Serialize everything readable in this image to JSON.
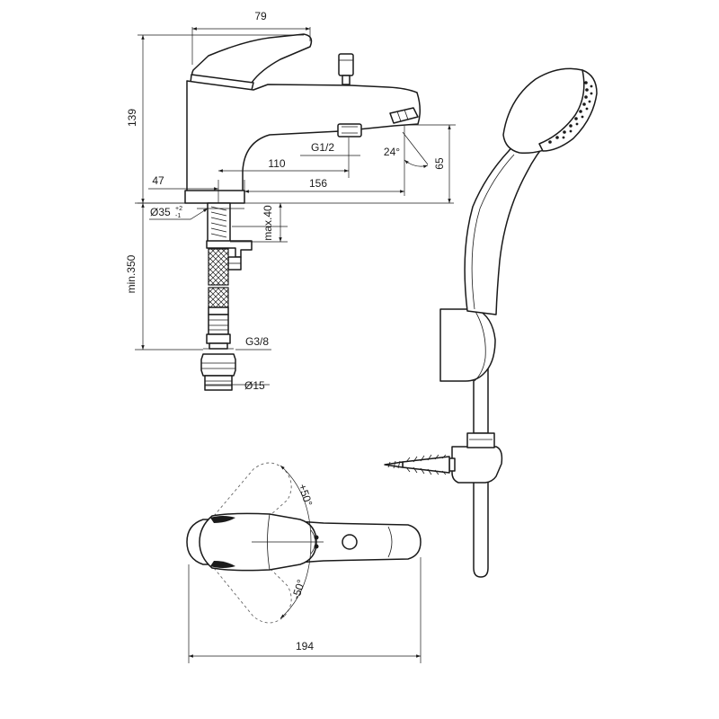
{
  "dimensions": {
    "lever_width": "79",
    "body_height": "139",
    "spout_height": "65",
    "thread_outlet": "G1/2",
    "outlet_offset": "110",
    "outlet_angle": "24°",
    "inlet_offset": "47",
    "spout_reach": "156",
    "hole_diameter": "Ø35",
    "hole_tol_plus": "+2",
    "hole_tol_minus": "-1",
    "deck_thickness": "max.40",
    "hose_length": "min.350",
    "hose_thread": "G3/8",
    "hose_diameter": "Ø15",
    "top_width": "194",
    "rotation_plus": "+50°",
    "rotation_minus": "-50°"
  }
}
